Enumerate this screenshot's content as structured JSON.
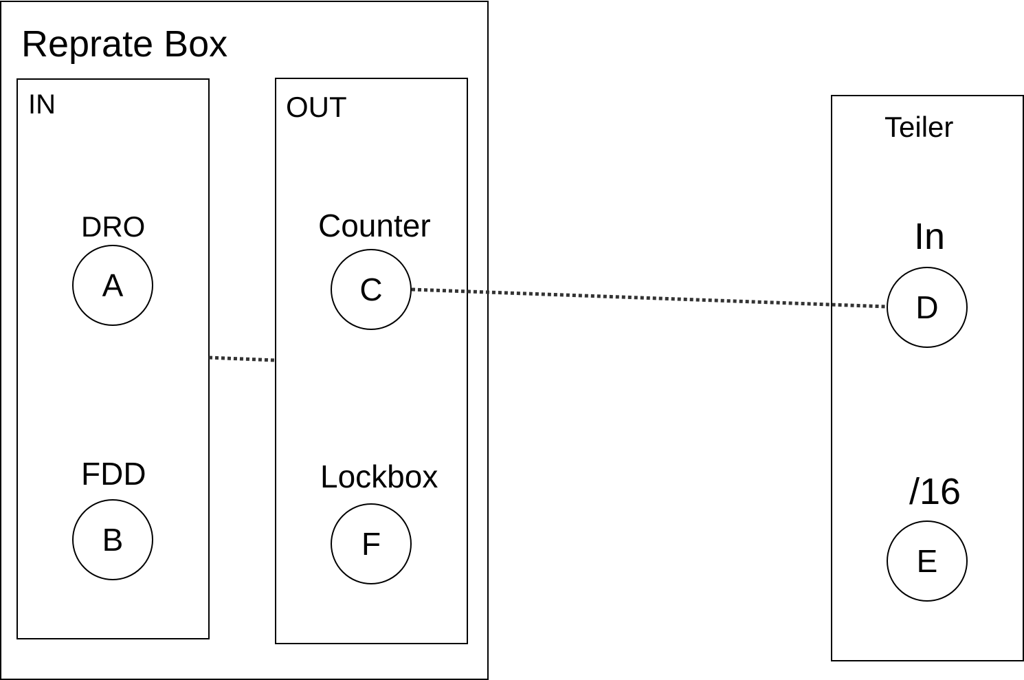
{
  "reprate_box": {
    "title": "Reprate Box",
    "in_group": {
      "title": "IN",
      "nodes": [
        {
          "caption": "DRO",
          "letter": "A"
        },
        {
          "caption": "FDD",
          "letter": "B"
        }
      ]
    },
    "out_group": {
      "title": "OUT",
      "nodes": [
        {
          "caption": "Counter",
          "letter": "C"
        },
        {
          "caption": "Lockbox",
          "letter": "F"
        }
      ]
    }
  },
  "teiler": {
    "title": "Teiler",
    "nodes": [
      {
        "caption": "In",
        "letter": "D"
      },
      {
        "caption": "/16",
        "letter": "E"
      }
    ]
  },
  "connections": [
    {
      "from": "IN",
      "to": "OUT",
      "style": "dotted"
    },
    {
      "from": "C",
      "to": "D",
      "style": "dotted"
    }
  ],
  "colors": {
    "stroke": "#000000",
    "connector": "#333333",
    "background": "#ffffff"
  }
}
